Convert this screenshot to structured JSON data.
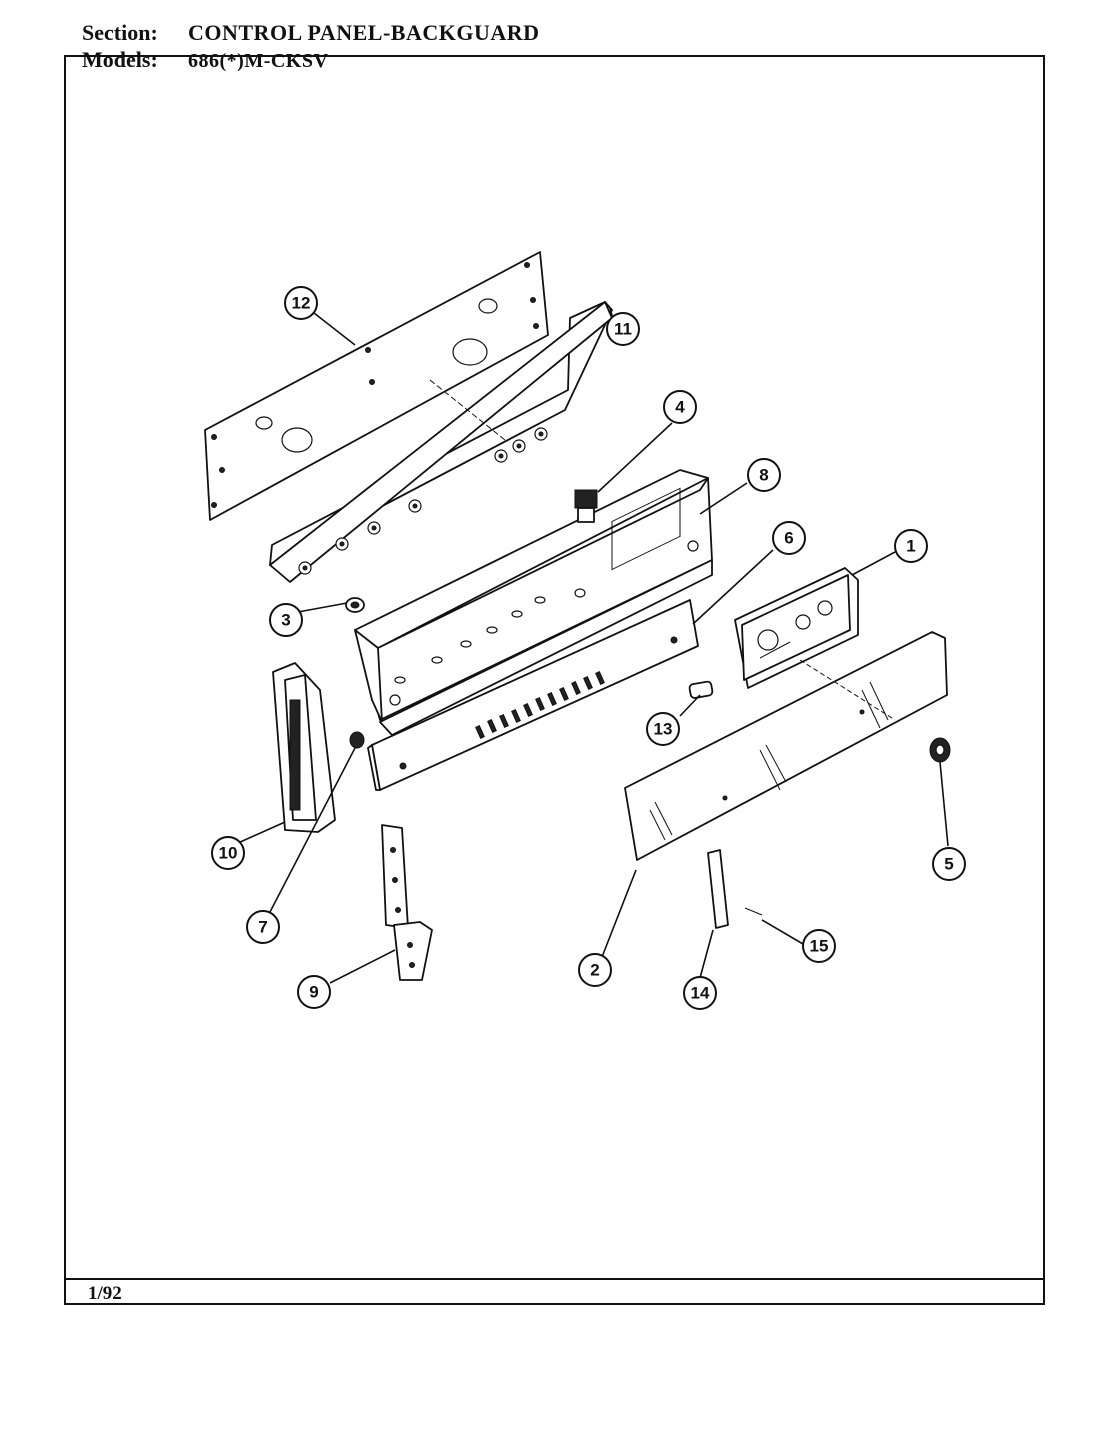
{
  "header": {
    "section_label": "Section:",
    "section_value": "CONTROL PANEL-BACKGUARD",
    "models_label": "Models:",
    "models_value": "686(*)M-CKSV"
  },
  "footer": {
    "date": "1/92"
  },
  "callouts": [
    "1",
    "2",
    "3",
    "4",
    "5",
    "6",
    "7",
    "8",
    "9",
    "10",
    "11",
    "12",
    "13",
    "14",
    "15"
  ]
}
